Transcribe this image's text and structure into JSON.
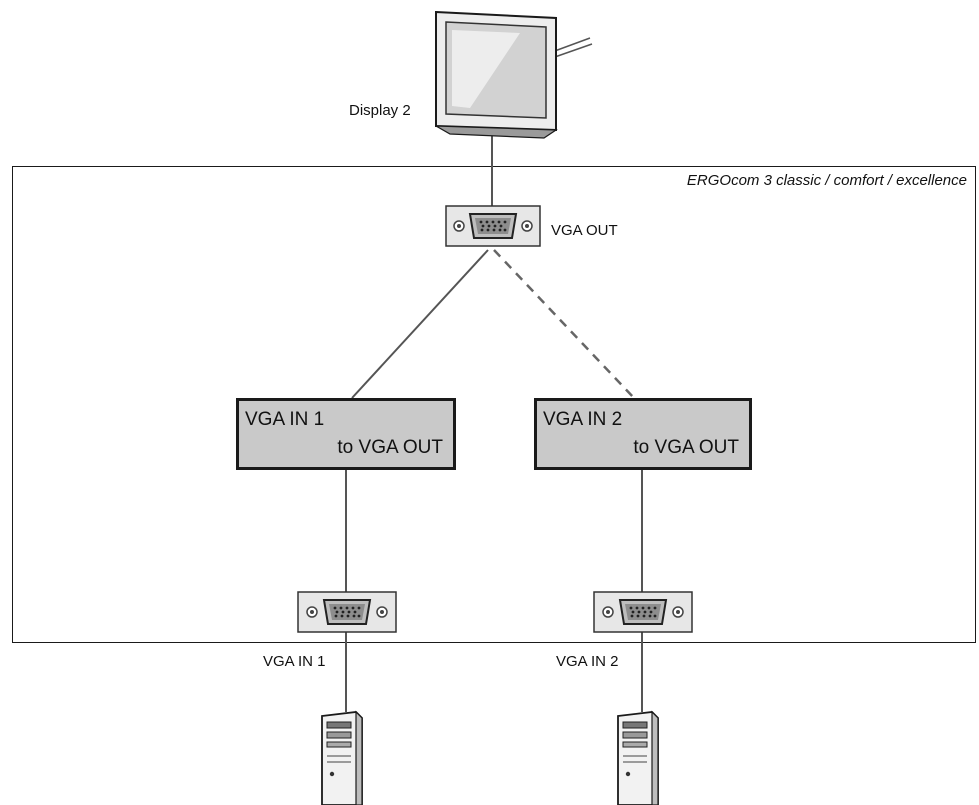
{
  "device": {
    "name": "ERGOcom 3 classic / comfort / excellence"
  },
  "display": {
    "label": "Display 2",
    "icon": "monitor-icon"
  },
  "ports": {
    "vga_out": "VGA OUT",
    "vga_in_1": "VGA IN 1",
    "vga_in_2": "VGA IN 2"
  },
  "switches": [
    {
      "line1": "VGA IN 1",
      "line2": "to VGA OUT",
      "connection": "solid"
    },
    {
      "line1": "VGA IN 2",
      "line2": "to VGA OUT",
      "connection": "dashed"
    }
  ],
  "computers": [
    {
      "icon": "computer-tower-icon"
    },
    {
      "icon": "computer-tower-icon"
    }
  ],
  "colors": {
    "box_fill": "#c9c9c9",
    "line": "#555555",
    "border": "#1a1a1a"
  }
}
